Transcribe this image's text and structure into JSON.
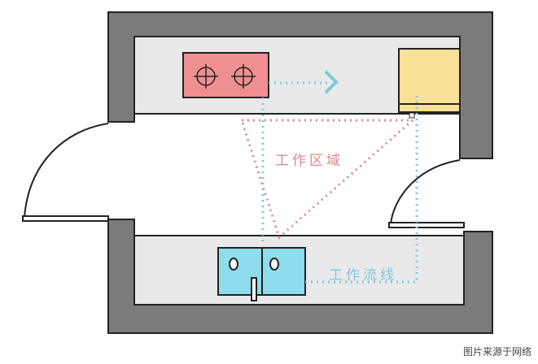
{
  "labels": {
    "work_zone": "工作区域",
    "work_flow": "工作流线"
  },
  "credit": "图片来源于网络",
  "colors": {
    "wall": "#7b7b7b",
    "counter": "#e9e9e9",
    "stove": "#f08f92",
    "fridge": "#fbe097",
    "sink": "#8fdcee",
    "zone_line": "#d98a8e",
    "flow_line": "#7cc9da"
  }
}
